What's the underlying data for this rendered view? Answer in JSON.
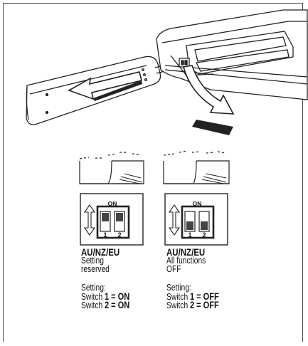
{
  "left_panel": {
    "switch_label_on": "ON",
    "switch_nums": [
      "1",
      "2"
    ],
    "region": "AU/NZ/EU",
    "description": [
      "Setting",
      "reserved"
    ],
    "setting_heading": "Setting:",
    "switch1": {
      "prefix": "Switch",
      "num": "1",
      "state": "= ON"
    },
    "switch2": {
      "prefix": "Switch",
      "num": "2",
      "state": "= ON"
    }
  },
  "right_panel": {
    "switch_label_on": "ON",
    "switch_nums": [
      "1",
      "2"
    ],
    "region": "AU/NZ/EU",
    "description": [
      "All functions",
      "OFF"
    ],
    "setting_heading": "Setting:",
    "switch1": {
      "prefix": "Switch",
      "num": "1",
      "state": "= OFF"
    },
    "switch2": {
      "prefix": "Switch",
      "num": "2",
      "state": "= OFF"
    }
  }
}
